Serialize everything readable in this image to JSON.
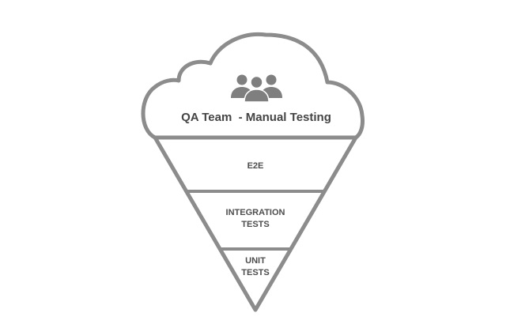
{
  "diagram": {
    "team_label": "QA Team  - Manual Testing",
    "team_icon": "users-group-icon",
    "layers": [
      {
        "lines": [
          "E2E"
        ]
      },
      {
        "lines": [
          "INTEGRATION",
          "TESTS"
        ]
      },
      {
        "lines": [
          "UNIT",
          "TESTS"
        ]
      }
    ],
    "colors": {
      "outline": "#8c8c8c",
      "icon": "#7f7f7f",
      "text": "#4d4d4d"
    }
  }
}
